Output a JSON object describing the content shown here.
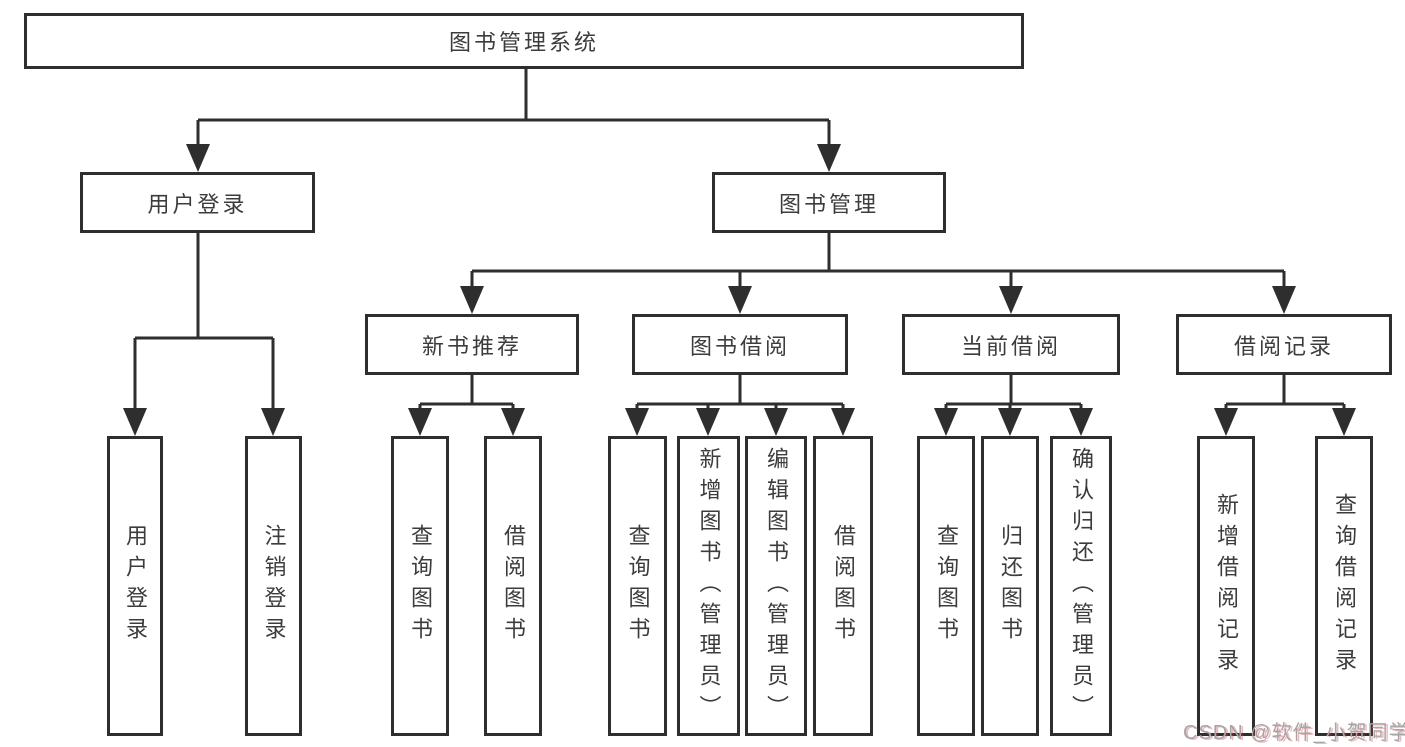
{
  "colors": {
    "line": "#2e2e2e",
    "text": "#3c3c3c",
    "box_background": "#ffffff",
    "watermark": "#a6a6a6"
  },
  "tree": {
    "label": "图书管理系统",
    "children": [
      {
        "label": "用户登录",
        "children": [
          {
            "label": "用户登录"
          },
          {
            "label": "注销登录"
          }
        ]
      },
      {
        "label": "图书管理",
        "children": [
          {
            "label": "新书推荐",
            "children": [
              {
                "label": "查询图书"
              },
              {
                "label": "借阅图书"
              }
            ]
          },
          {
            "label": "图书借阅",
            "children": [
              {
                "label": "查询图书"
              },
              {
                "label": "新增图书（管理员）"
              },
              {
                "label": "编辑图书（管理员）"
              },
              {
                "label": "借阅图书"
              }
            ]
          },
          {
            "label": "当前借阅",
            "children": [
              {
                "label": "查询图书"
              },
              {
                "label": "归还图书"
              },
              {
                "label": "确认归还（管理员）"
              }
            ]
          },
          {
            "label": "借阅记录",
            "children": [
              {
                "label": "新增借阅记录"
              },
              {
                "label": "查询借阅记录"
              }
            ]
          }
        ]
      }
    ]
  },
  "watermark": {
    "text": "CSDN @软件_小贺同学"
  }
}
